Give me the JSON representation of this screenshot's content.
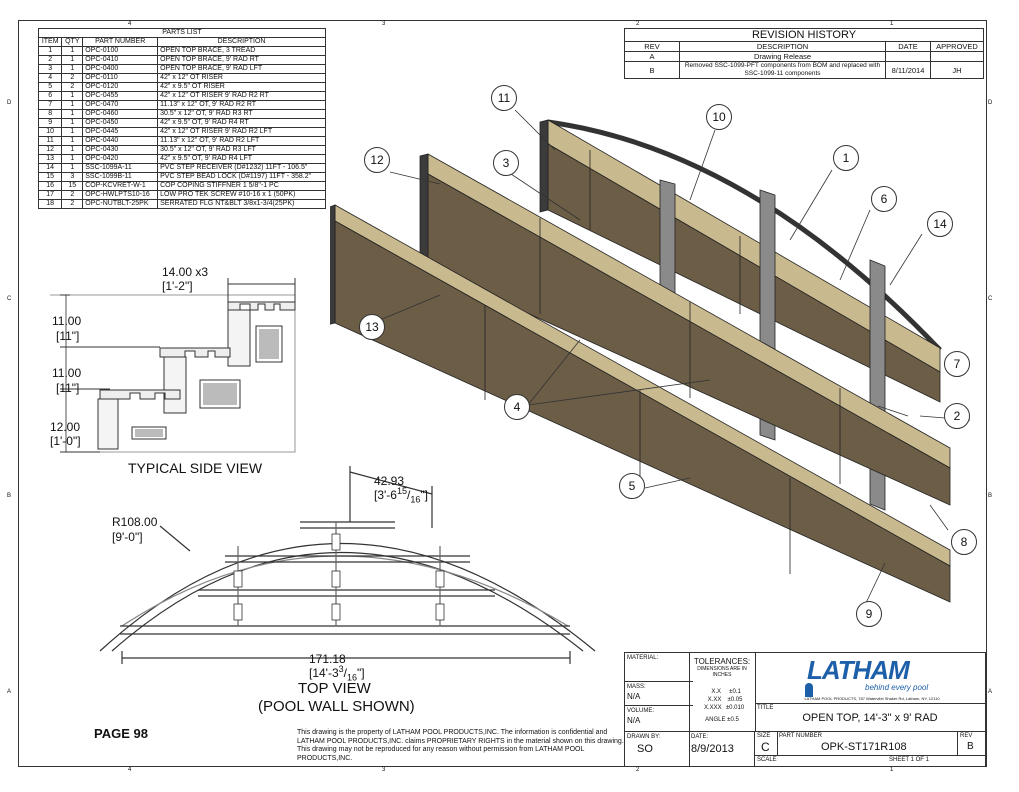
{
  "page": {
    "page_label": "PAGE 98",
    "zone_cols_top": [
      "4",
      "3",
      "2",
      "1"
    ],
    "zone_rows_left": [
      "D",
      "C",
      "B",
      "A"
    ],
    "zone_rows_right": [
      "D",
      "C",
      "B",
      "A"
    ],
    "zone_cols_bottom": [
      "4",
      "3",
      "2",
      "1"
    ]
  },
  "parts_list": {
    "title": "PARTS LIST",
    "headers": [
      "ITEM",
      "QTY",
      "PART NUMBER",
      "DESCRIPTION"
    ],
    "rows": [
      [
        "1",
        "1",
        "OPC-0100",
        "OPEN TOP BRACE, 3 TREAD"
      ],
      [
        "2",
        "1",
        "OPC-0410",
        "OPEN TOP BRACE, 9' RAD RT"
      ],
      [
        "3",
        "1",
        "OPC-0400",
        "OPEN TOP BRACE, 9' RAD LFT"
      ],
      [
        "4",
        "2",
        "OPC-0110",
        "42\" x 12\" OT RISER"
      ],
      [
        "5",
        "2",
        "OPC-0120",
        "42\" x 9.5\" OT RISER"
      ],
      [
        "6",
        "1",
        "OPC-0455",
        "42\" x 12\" OT RISER 9' RAD R2 RT"
      ],
      [
        "7",
        "1",
        "OPC-0470",
        "11.13\" x 12\" OT, 9' RAD R2 RT"
      ],
      [
        "8",
        "1",
        "OPC-0460",
        "30.5\" x 12\" OT, 9' RAD R3 RT"
      ],
      [
        "9",
        "1",
        "OPC-0450",
        "42\" x 9.5\" OT, 9' RAD R4 RT"
      ],
      [
        "10",
        "1",
        "OPC-0445",
        "42\" x 12\" OT RISER 9' RAD R2 LFT"
      ],
      [
        "11",
        "1",
        "OPC-0440",
        "11.13\" x 12\" OT, 9' RAD R2 LFT"
      ],
      [
        "12",
        "1",
        "OPC-0430",
        "30.5\" x 12\" OT, 9' RAD R3 LFT"
      ],
      [
        "13",
        "1",
        "OPC-0420",
        "42\" x 9.5\" OT, 9' RAD R4 LFT"
      ],
      [
        "14",
        "1",
        "SSC-1099A-11",
        "PVC STEP RECEIVER (D#1232) 11FT - 106.5\""
      ],
      [
        "15",
        "3",
        "SSC-1099B-11",
        "PVC STEP BEAD LOCK (D#1197) 11FT - 358.2\""
      ],
      [
        "16",
        "15",
        "COP-KCVRET-W-1",
        "COP COPING STIFFNER 1 5/8\"-1 PC"
      ],
      [
        "17",
        "2",
        "OPC-HWLPTS10-16",
        "LOW PRO TEK SCREW #10-16 x 1 (50PK)"
      ],
      [
        "18",
        "2",
        "OPC-NUTBLT-25PK",
        "SERRATED FLG NT&BLT 3/8x1-3/4(25PK)"
      ]
    ]
  },
  "revision_history": {
    "title": "REVISION HISTORY",
    "headers": [
      "REV",
      "DESCRIPTION",
      "DATE",
      "APPROVED"
    ],
    "rows": [
      [
        "A",
        "Drawing Release",
        "",
        ""
      ],
      [
        "B",
        "Removed SSC-1099-PFT components from BOM and replaced with SSC-1099-11 components",
        "8/11/2014",
        "JH"
      ]
    ]
  },
  "side_view": {
    "caption": "TYPICAL SIDE VIEW",
    "dim_top": "14.00 x3",
    "dim_top_ft": "[1'-2\"]",
    "dim1": "11.00",
    "dim1_ft": "[11\"]",
    "dim2": "11.00",
    "dim2_ft": "[11\"]",
    "dim3": "12.00",
    "dim3_ft": "[1'-0\"]"
  },
  "top_view": {
    "caption1": "TOP VIEW",
    "caption2": "(POOL WALL SHOWN)",
    "radius": "R108.00",
    "radius_ft": "[9'-0\"]",
    "width_dim": "42.93",
    "width_ft": "[3'-6",
    "width_frac_num": "15",
    "width_frac_den": "16",
    "width_close": "\"]",
    "length_dim": "171.18",
    "length_ft": "[14'-3",
    "length_frac_num": "3",
    "length_frac_den": "16",
    "length_close": "\"]"
  },
  "balloons": [
    "1",
    "2",
    "3",
    "4",
    "5",
    "6",
    "7",
    "8",
    "9",
    "10",
    "11",
    "12",
    "13",
    "14"
  ],
  "proprietary_note": "This drawing is the property of LATHAM POOL PRODUCTS,INC. The information is confidential and LATHAM POOL PRODUCTS,INC. claims PROPRIETARY RIGHTS in the material shown on this drawing. This drawing may not be reproduced for any reason without permission from LATHAM POOL PRODUCTS,INC.",
  "title_block": {
    "material_label": "MATERIAL:",
    "mass_label": "MASS:",
    "mass_value": "N/A",
    "volume_label": "VOLUME:",
    "volume_value": "N/A",
    "tolerances_title": "TOLERANCES:",
    "tolerances_sub": "DIMENSIONS ARE IN INCHES",
    "tol_rows": [
      [
        "X.X",
        "±0.1"
      ],
      [
        "X.XX",
        "±0.05"
      ],
      [
        "X.XXX",
        "±0.010"
      ]
    ],
    "angle_tol": "ANGLE ±0.5",
    "logo_text": "LATHAM",
    "logo_tagline": "behind every pool",
    "company_address": "LATHAM POOL PRODUCTS, 787 Watervliet Shaker Rd, Latham, NY, 12110",
    "title_label": "TITLE",
    "title_value": "OPEN TOP, 14'-3\" x 9' RAD",
    "drawn_by_label": "DRAWN BY:",
    "drawn_by_value": "SO",
    "date_label": "DATE:",
    "date_value": "8/9/2013",
    "size_label": "SIZE",
    "size_value": "C",
    "part_number_label": "PART NUMBER",
    "part_number_value": "OPK-ST171R108",
    "rev_label": "REV",
    "rev_value": "B",
    "scale_label": "SCALE",
    "sheet_value": "SHEET 1 OF 1"
  },
  "colors": {
    "panel_face": "#6b5d46",
    "panel_top": "#c9b98f",
    "panel_dark": "#3b3b3b",
    "brace": "#8a8a8a",
    "logo_blue": "#1d5fa8"
  }
}
